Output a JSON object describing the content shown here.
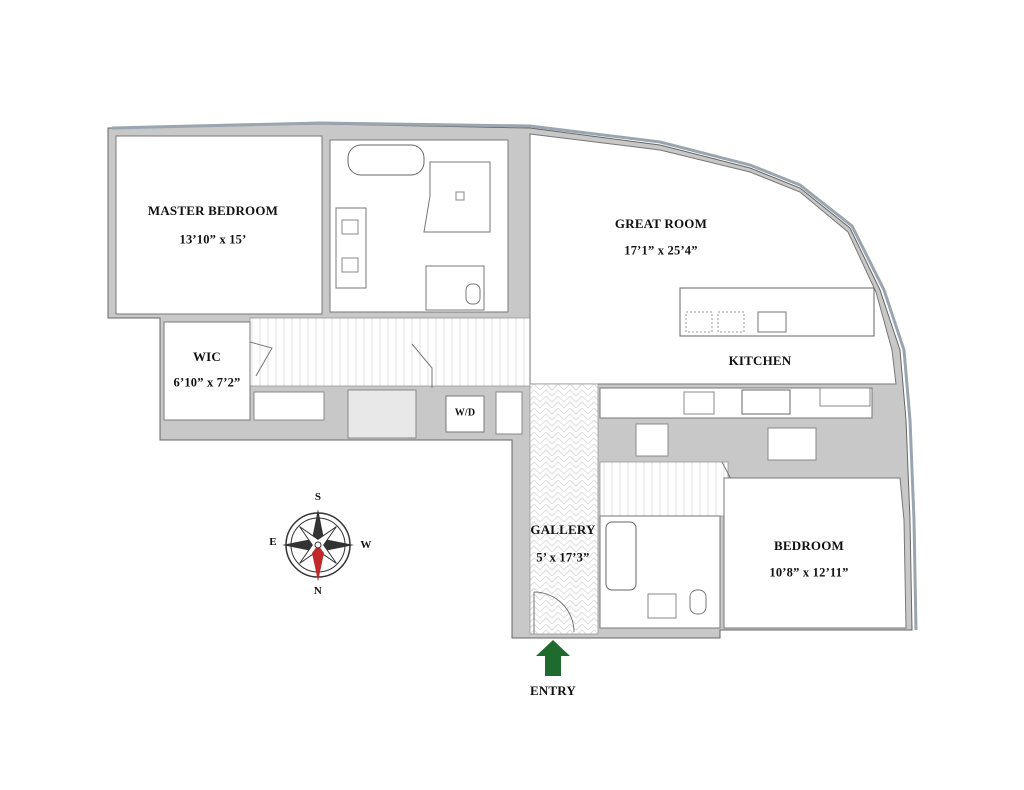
{
  "rooms": {
    "master_bedroom": {
      "name": "MASTER BEDROOM",
      "size": "13’10” x 15’"
    },
    "great_room": {
      "name": "GREAT ROOM",
      "size": "17’1” x 25’4”"
    },
    "kitchen": {
      "name": "KITCHEN"
    },
    "wic": {
      "name": "WIC",
      "size": "6’10” x 7’2”"
    },
    "wd": {
      "name": "W/D"
    },
    "gallery": {
      "name": "GALLERY",
      "size": "5’ x 17’3”"
    },
    "bedroom": {
      "name": "BEDROOM",
      "size": "10’8” x 12’11”"
    }
  },
  "compass": {
    "south": "S",
    "north": "N",
    "east": "E",
    "west": "W"
  },
  "entry": {
    "label": "ENTRY"
  },
  "colors": {
    "wall": "#c8c8c8",
    "line": "#555555",
    "entry_arrow": "#1f6b2e",
    "compass_needle": "#c0282a"
  }
}
